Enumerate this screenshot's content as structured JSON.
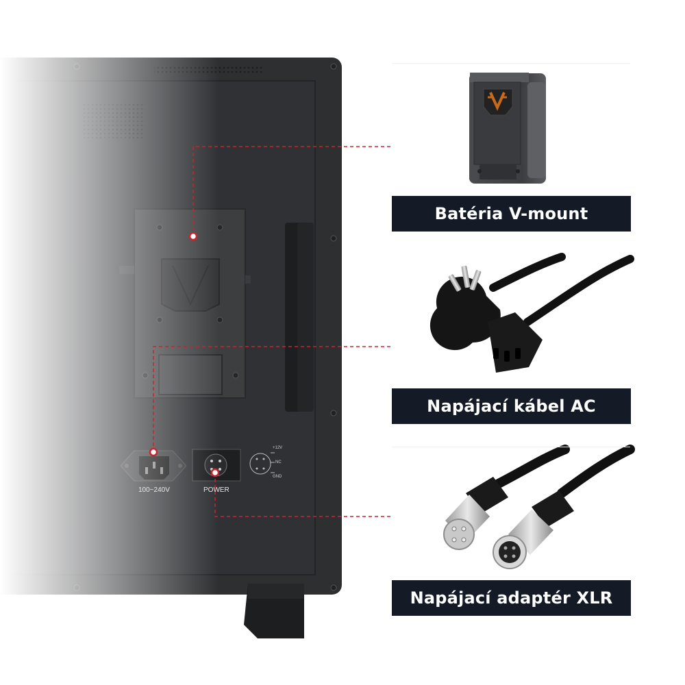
{
  "monitor": {
    "ports": {
      "ac_label": "100~240V",
      "power_label": "POWER",
      "pin_labels": [
        "+12V",
        "NC",
        "GND"
      ]
    }
  },
  "accessories": [
    {
      "label": "Batéria V-mount",
      "icon": "v-mount-battery"
    },
    {
      "label": "Napájací kábel AC",
      "icon": "ac-power-cable"
    },
    {
      "label": "Napájací adaptér XLR",
      "icon": "xlr-cable"
    }
  ],
  "colors": {
    "caption_bg": "#141b26",
    "caption_text": "#ffffff",
    "monitor_body": "#2e2f31",
    "connector_line": "#c8252e"
  }
}
